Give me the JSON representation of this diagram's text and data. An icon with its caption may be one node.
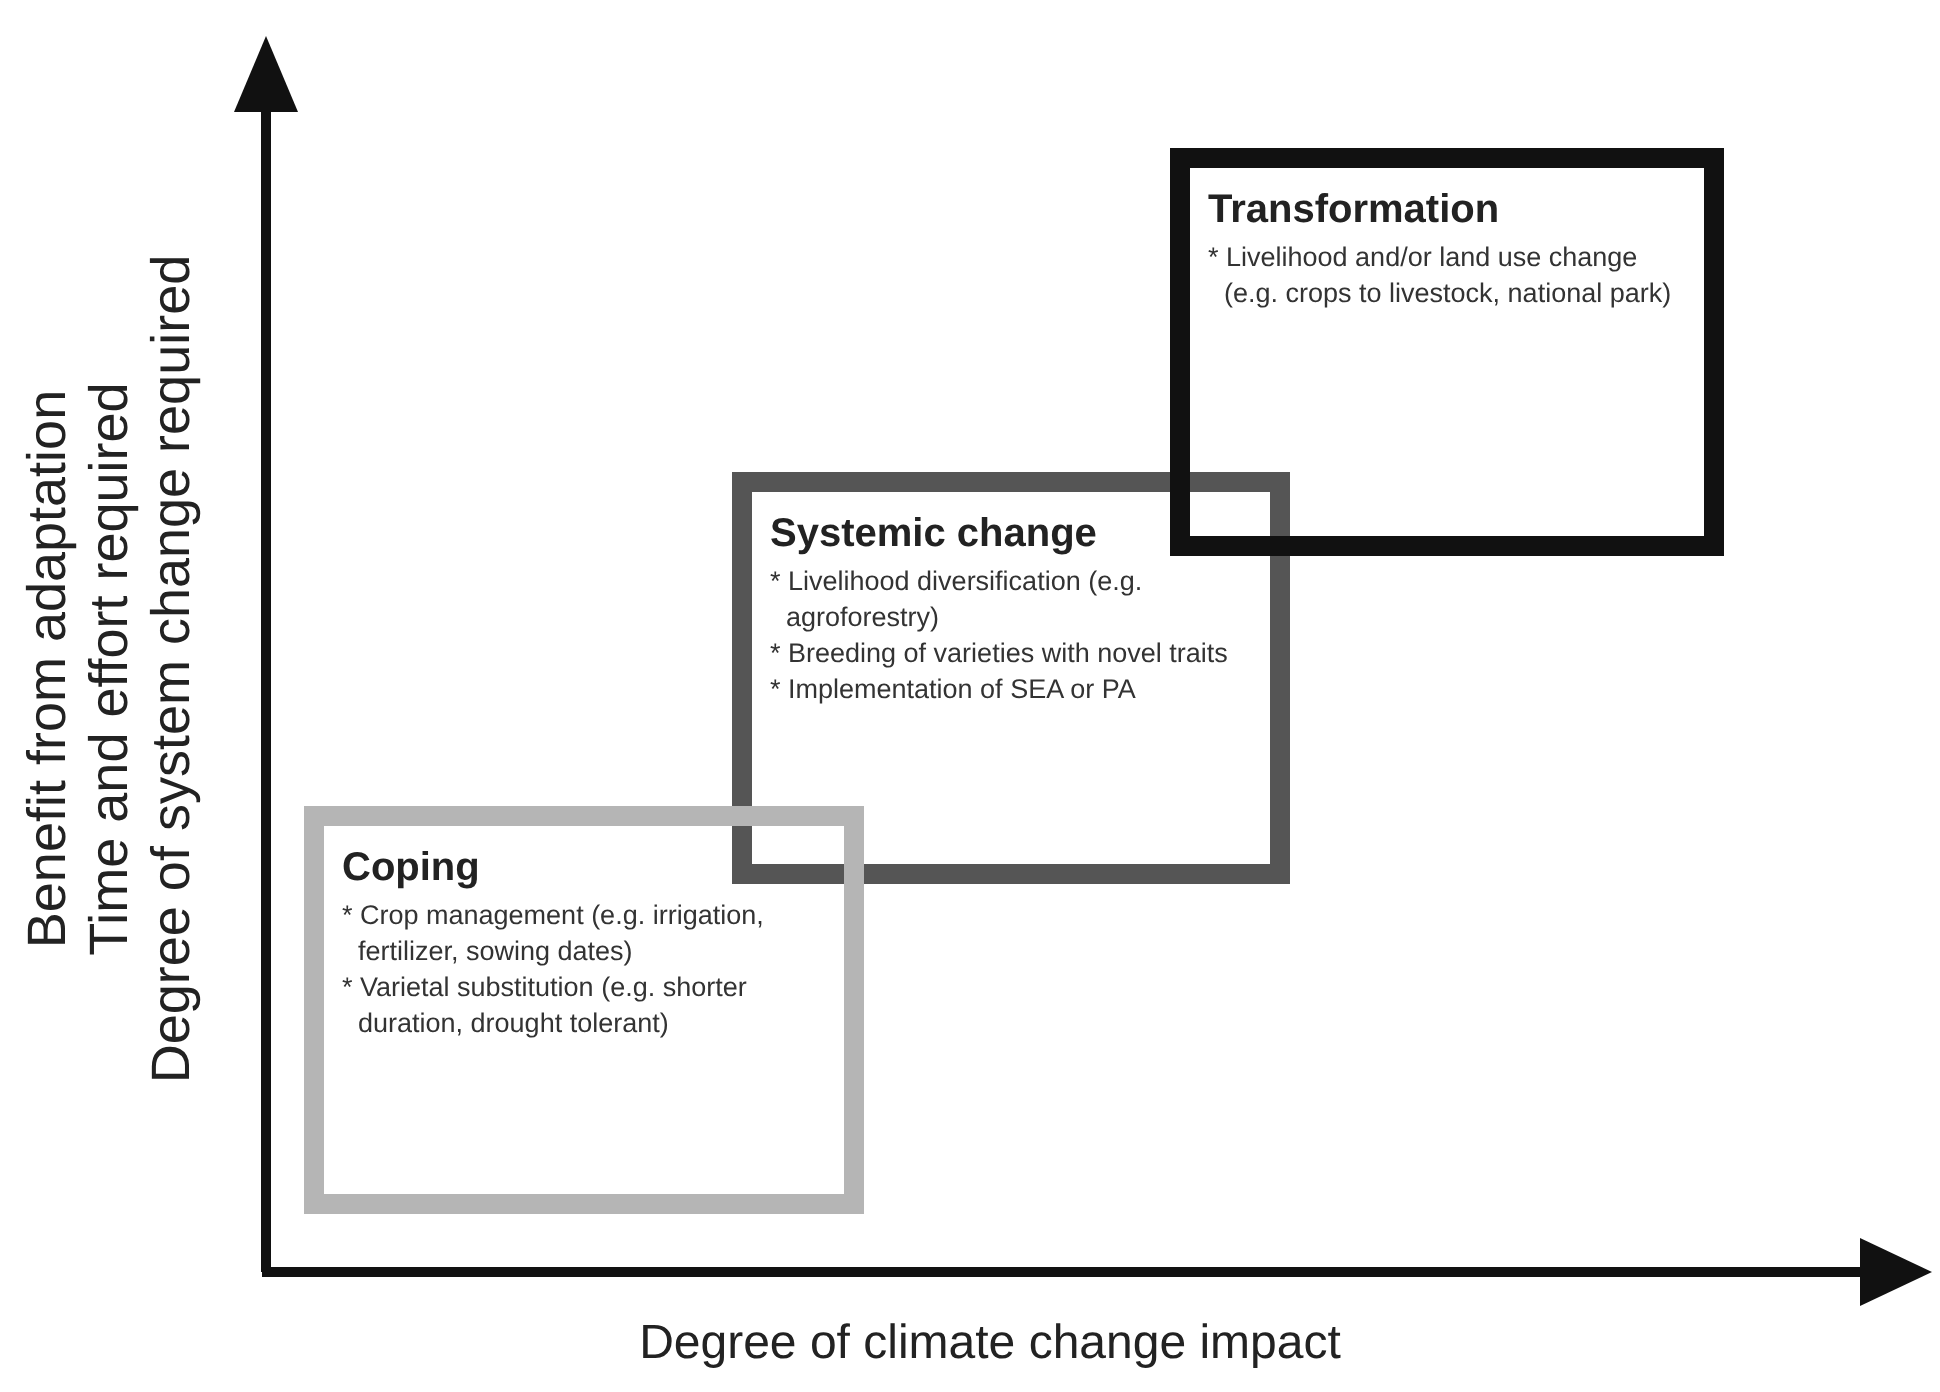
{
  "diagram": {
    "nodes": [
      {
        "text": [
          "Coping",
          "* Crop management (e.g. irrigation, fertilizer, sowing dates)",
          "* Varietal substitution (e.g. shorter duration, drought tolerant)"
        ]
      },
      {
        "text": [
          "Systemic change",
          "* Livelihood diversification (e.g. agroforestry)",
          "* Breeding of varieties with novel traits",
          "* Implementation of SEA or PA"
        ]
      },
      {
        "text": [
          "Transformation",
          "* Livelihood and/or land use change (e.g. crops to livestock, national park)"
        ]
      }
    ],
    "labels": [
      "Benefit from adaptation",
      "Time and effort required",
      "Degree of system change required",
      "Degree of climate change impact"
    ]
  }
}
